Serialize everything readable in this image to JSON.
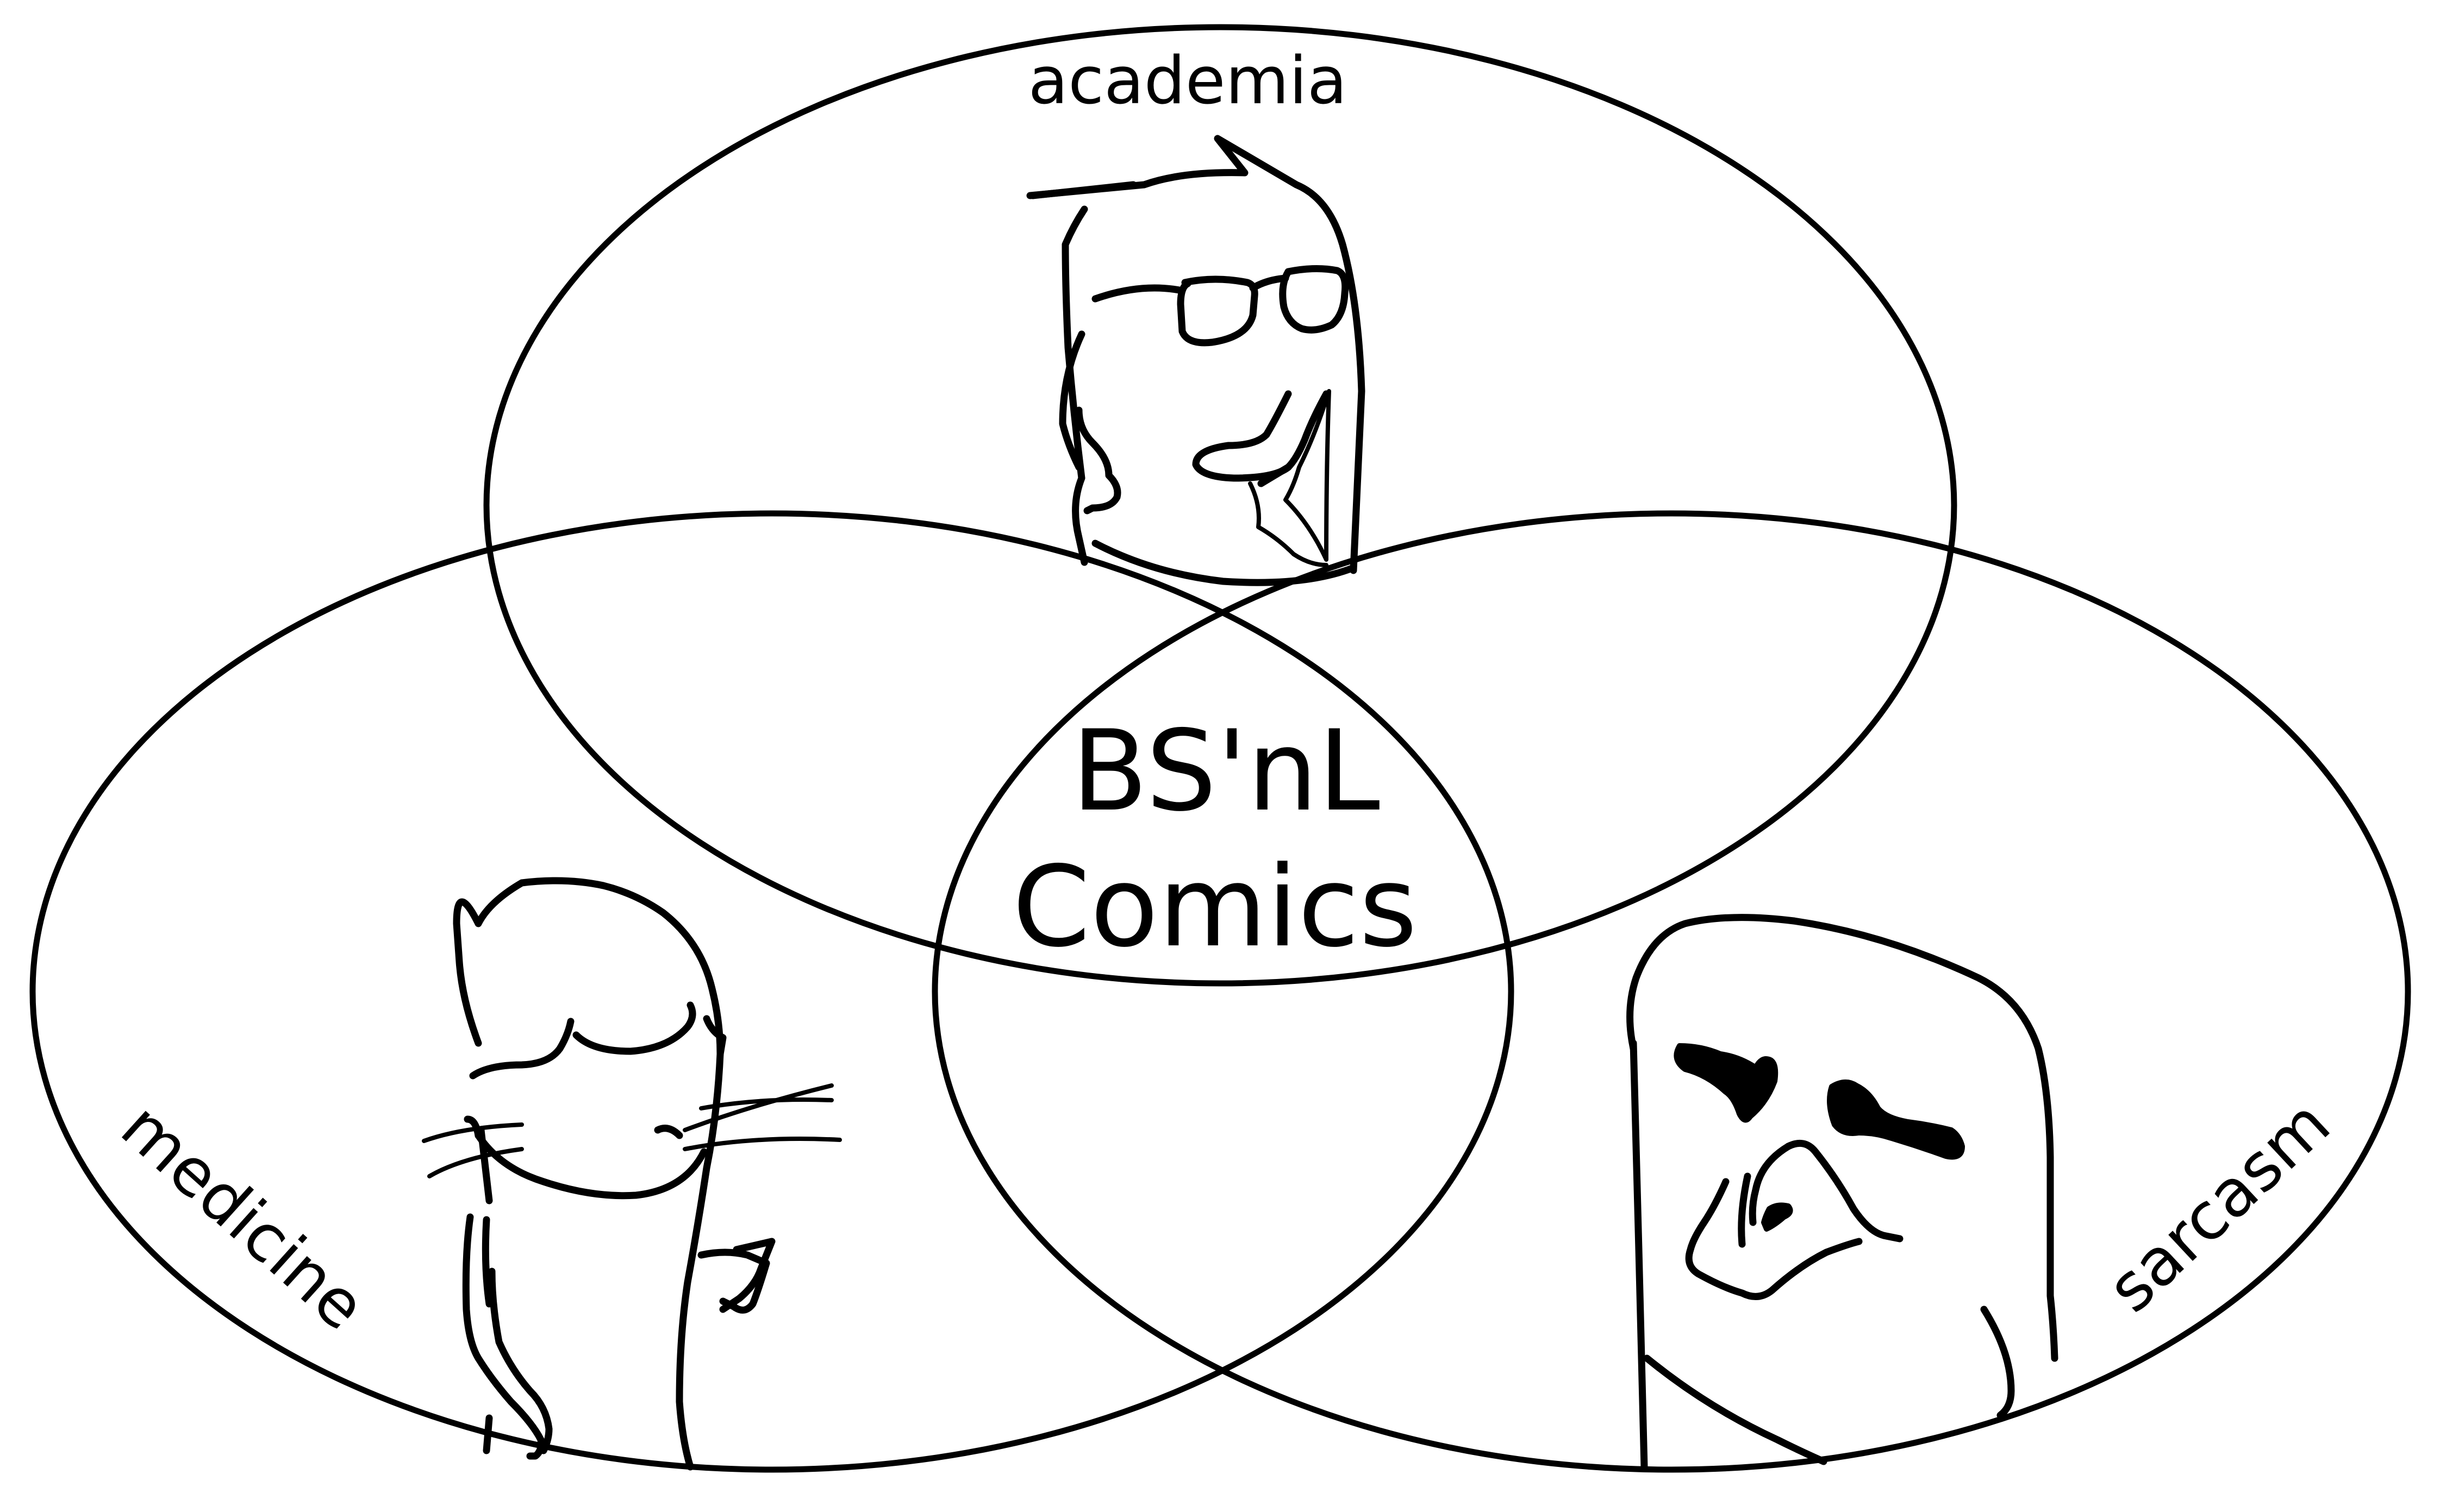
{
  "diagram": {
    "sets": [
      {
        "label": "academia"
      },
      {
        "label": "medicine"
      },
      {
        "label": "sarcasm"
      }
    ],
    "center": {
      "line1": "BS'nL",
      "line2": "Comics"
    },
    "characters": [
      {
        "icon": "academic-with-glasses-icon"
      },
      {
        "icon": "cat-doctor-icon"
      },
      {
        "icon": "sarcastic-bird-icon"
      }
    ],
    "colors": {
      "stroke": "#000000",
      "background": "#ffffff"
    }
  }
}
